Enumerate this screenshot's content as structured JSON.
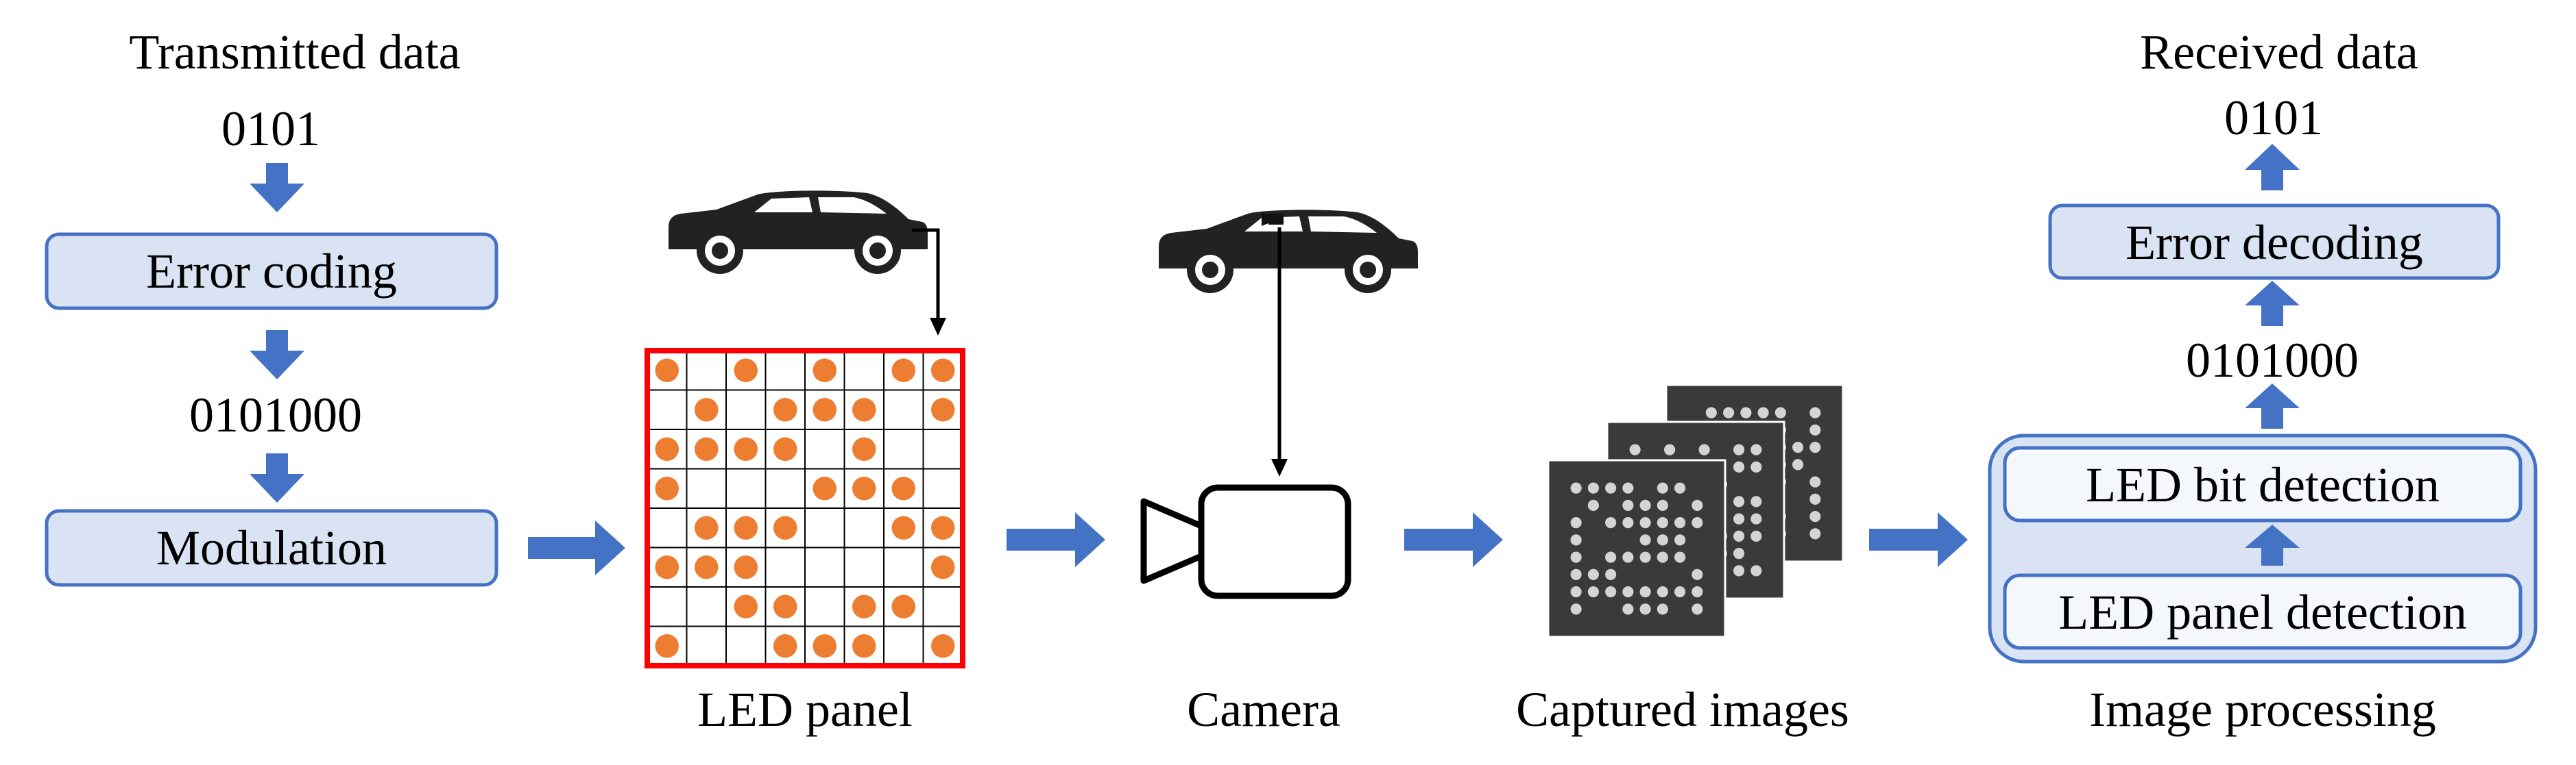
{
  "transmitter": {
    "title": "Transmitted data",
    "input_bits": "0101",
    "error_coding_label": "Error coding",
    "coded_bits": "0101000",
    "modulation_label": "Modulation"
  },
  "led_panel": {
    "label": "LED panel",
    "rows": 8,
    "cols": 8,
    "on_color": "#ED7D31",
    "border_color": "#FF0000",
    "pattern": [
      [
        1,
        0,
        1,
        0,
        1,
        0,
        1,
        1
      ],
      [
        0,
        1,
        0,
        1,
        1,
        1,
        0,
        1
      ],
      [
        1,
        1,
        1,
        1,
        0,
        1,
        0,
        0
      ],
      [
        1,
        0,
        0,
        0,
        1,
        1,
        1,
        0
      ],
      [
        0,
        1,
        1,
        1,
        0,
        0,
        1,
        1
      ],
      [
        1,
        1,
        1,
        0,
        0,
        0,
        0,
        1
      ],
      [
        0,
        0,
        1,
        1,
        0,
        1,
        1,
        0
      ],
      [
        1,
        0,
        0,
        1,
        1,
        1,
        0,
        1
      ]
    ]
  },
  "camera": {
    "label": "Camera"
  },
  "captured": {
    "label": "Captured images"
  },
  "receiver": {
    "title": "Received data",
    "output_bits": "0101",
    "error_decoding_label": "Error decoding",
    "detected_bits": "0101000",
    "bit_detection_label": "LED bit detection",
    "panel_detection_label": "LED panel detection",
    "processing_label": "Image processing"
  },
  "colors": {
    "box_fill": "#DAE3F3",
    "box_stroke": "#4472C4",
    "arrow": "#4472C4"
  }
}
